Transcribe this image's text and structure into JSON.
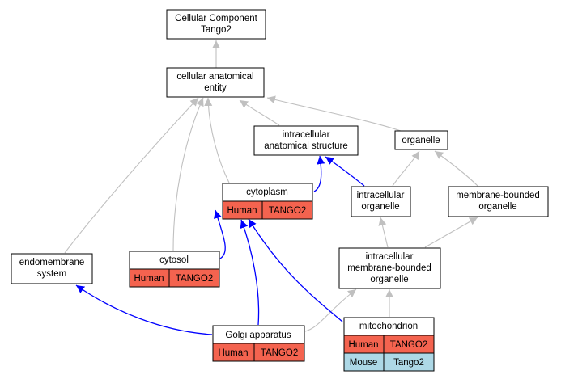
{
  "colors": {
    "human": "#f4634f",
    "mouse": "#add8e6",
    "edge_is_a": "#c0c0c0",
    "edge_part_of": "#0000ff"
  },
  "nodes": {
    "root": {
      "line1": "Cellular Component",
      "line2": "Tango2"
    },
    "cae": {
      "line1": "cellular anatomical",
      "line2": "entity"
    },
    "ias": {
      "line1": "intracellular",
      "line2": "anatomical structure"
    },
    "organelle": {
      "line1": "organelle"
    },
    "cytoplasm": {
      "line1": "cytoplasm",
      "cells": [
        {
          "species": "Human",
          "gene": "TANGO2"
        }
      ]
    },
    "intra_org": {
      "line1": "intracellular",
      "line2": "organelle"
    },
    "mb_org": {
      "line1": "membrane-bounded",
      "line2": "organelle"
    },
    "endomembrane": {
      "line1": "endomembrane",
      "line2": "system"
    },
    "cytosol": {
      "line1": "cytosol",
      "cells": [
        {
          "species": "Human",
          "gene": "TANGO2"
        }
      ]
    },
    "imbo": {
      "line1": "intracellular",
      "line2": "membrane-bounded",
      "line3": "organelle"
    },
    "golgi": {
      "line1": "Golgi apparatus",
      "cells": [
        {
          "species": "Human",
          "gene": "TANGO2"
        }
      ]
    },
    "mito": {
      "line1": "mitochondrion",
      "cells": [
        {
          "species": "Human",
          "gene": "TANGO2"
        },
        {
          "species": "Mouse",
          "gene": "Tango2"
        }
      ]
    }
  }
}
